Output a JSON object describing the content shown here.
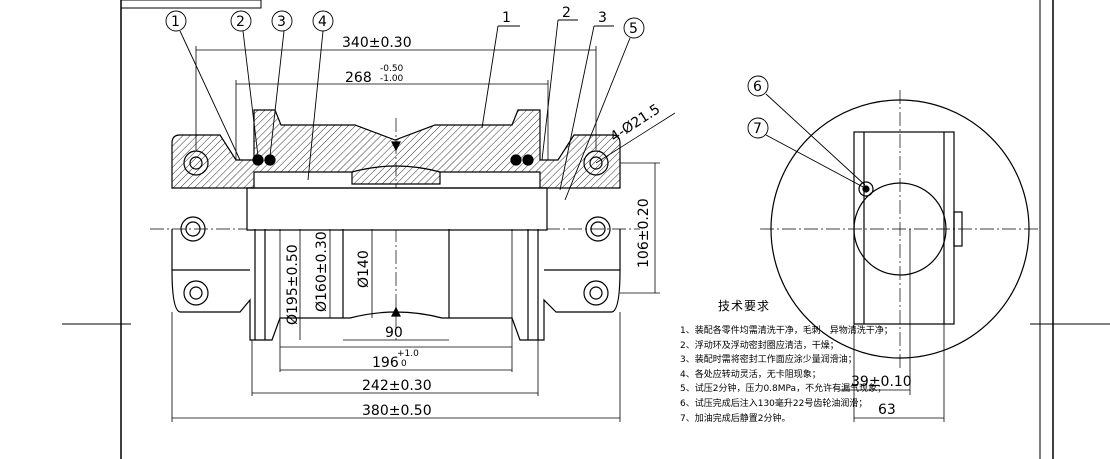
{
  "balloons": [
    "1",
    "2",
    "3",
    "4",
    "5",
    "6",
    "7"
  ],
  "leaders": [
    "1",
    "2",
    "3"
  ],
  "dims": {
    "d340": "340±0.30",
    "d268": "268",
    "d268_upper": "-0.50",
    "d268_lower": "-1.00",
    "d_hole": "4-Ø21.5",
    "d106": "106±0.20",
    "d195": "Ø195±0.50",
    "d160": "Ø160±0.30",
    "d140": "Ø140",
    "d90": "90",
    "d196": "196",
    "d196_upper": "+1.0",
    "d196_lower": "0",
    "d242": "242±0.30",
    "d380": "380±0.50",
    "d39": "39±0.10",
    "d63": "63"
  },
  "notes": {
    "title": "技术要求",
    "items": [
      "1、装配各零件均需清洗干净，毛刺、异物清洗干净；",
      "2、浮动环及浮动密封圈应清洁，干燥；",
      "3、装配时需将密封工作面应涂少量润滑油；",
      "4、各处应转动灵活，无卡阻现象；",
      "5、试压2分钟，压力0.8MPa，不允许有漏气现象；",
      "6、试压完成后注入130毫升22号齿轮油润滑；",
      "7、加油完成后静置2分钟。"
    ]
  }
}
